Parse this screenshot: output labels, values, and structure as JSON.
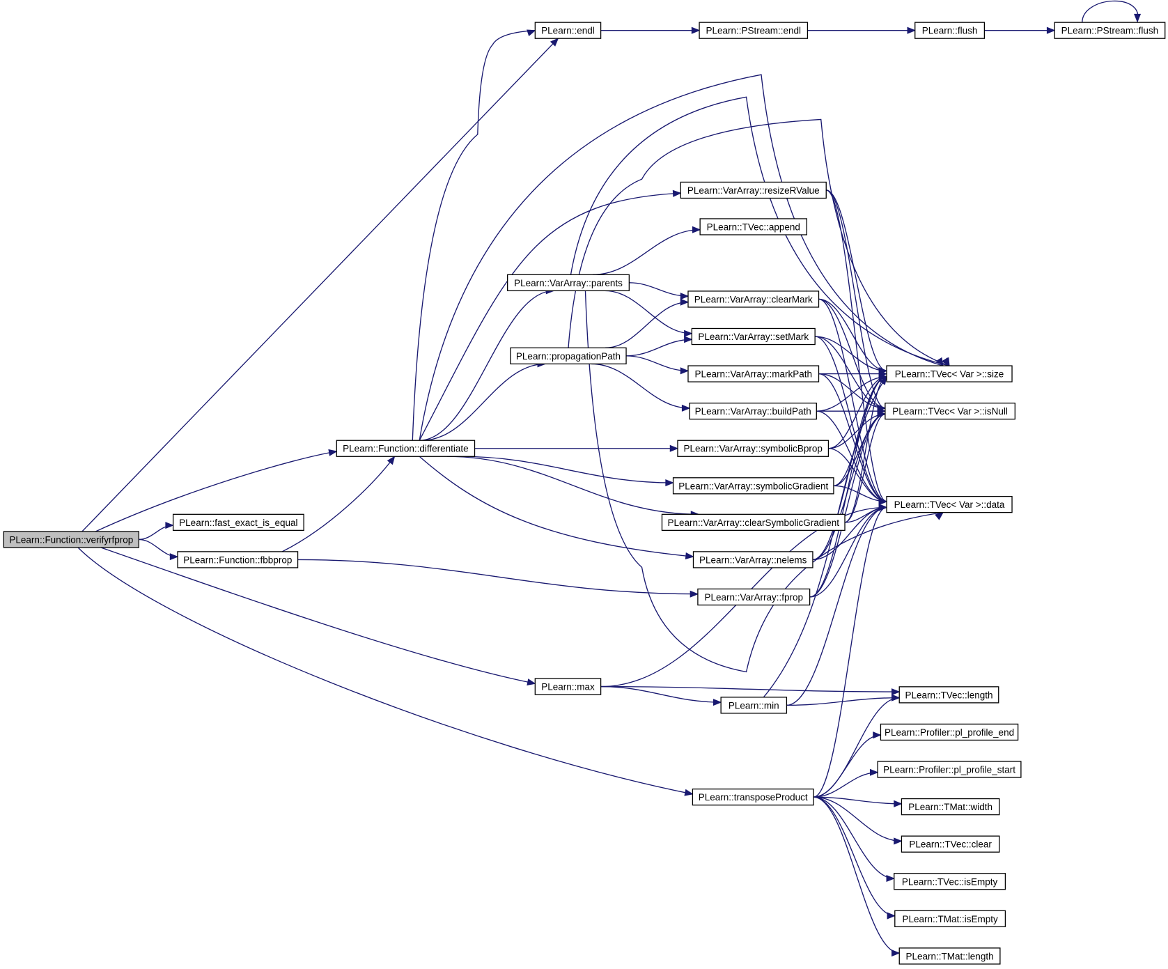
{
  "colors": {
    "edge": "#191970",
    "root_fill": "#bfbfbf",
    "node_fill": "#ffffff",
    "node_stroke": "#000000"
  },
  "graph": {
    "root": "verifyrfprop",
    "nodes": [
      {
        "id": "verifyrfprop",
        "label": "PLearn::Function::verifyrfprop"
      },
      {
        "id": "endl",
        "label": "PLearn::endl"
      },
      {
        "id": "pstream_endl",
        "label": "PLearn::PStream::endl"
      },
      {
        "id": "flush",
        "label": "PLearn::flush"
      },
      {
        "id": "pstream_flush",
        "label": "PLearn::PStream::flush"
      },
      {
        "id": "resizeRValue",
        "label": "PLearn::VarArray::resizeRValue"
      },
      {
        "id": "append",
        "label": "PLearn::TVec::append"
      },
      {
        "id": "parents",
        "label": "PLearn::VarArray::parents"
      },
      {
        "id": "clearMark",
        "label": "PLearn::VarArray::clearMark"
      },
      {
        "id": "setMark",
        "label": "PLearn::VarArray::setMark"
      },
      {
        "id": "propagationPath",
        "label": "PLearn::propagationPath"
      },
      {
        "id": "markPath",
        "label": "PLearn::VarArray::markPath"
      },
      {
        "id": "size",
        "label": "PLearn::TVec< Var >::size"
      },
      {
        "id": "buildPath",
        "label": "PLearn::VarArray::buildPath"
      },
      {
        "id": "isNull",
        "label": "PLearn::TVec< Var >::isNull"
      },
      {
        "id": "differentiate",
        "label": "PLearn::Function::differentiate"
      },
      {
        "id": "symbolicBprop",
        "label": "PLearn::VarArray::symbolicBprop"
      },
      {
        "id": "symbolicGradient",
        "label": "PLearn::VarArray::symbolicGradient"
      },
      {
        "id": "data",
        "label": "PLearn::TVec< Var >::data"
      },
      {
        "id": "clearSymbolicGradient",
        "label": "PLearn::VarArray::clearSymbolicGradient"
      },
      {
        "id": "fast_exact_is_equal",
        "label": "PLearn::fast_exact_is_equal"
      },
      {
        "id": "nelems",
        "label": "PLearn::VarArray::nelems"
      },
      {
        "id": "fbbprop",
        "label": "PLearn::Function::fbbprop"
      },
      {
        "id": "fprop",
        "label": "PLearn::VarArray::fprop"
      },
      {
        "id": "max",
        "label": "PLearn::max"
      },
      {
        "id": "min",
        "label": "PLearn::min"
      },
      {
        "id": "tvec_length",
        "label": "PLearn::TVec::length"
      },
      {
        "id": "pl_profile_end",
        "label": "PLearn::Profiler::pl_profile_end"
      },
      {
        "id": "pl_profile_start",
        "label": "PLearn::Profiler::pl_profile_start"
      },
      {
        "id": "transposeProduct",
        "label": "PLearn::transposeProduct"
      },
      {
        "id": "width",
        "label": "PLearn::TMat::width"
      },
      {
        "id": "clear",
        "label": "PLearn::TVec::clear"
      },
      {
        "id": "tvec_isEmpty",
        "label": "PLearn::TVec::isEmpty"
      },
      {
        "id": "tmat_isEmpty",
        "label": "PLearn::TMat::isEmpty"
      },
      {
        "id": "tmat_length",
        "label": "PLearn::TMat::length"
      }
    ],
    "edges": [
      [
        "verifyrfprop",
        "endl"
      ],
      [
        "verifyrfprop",
        "differentiate"
      ],
      [
        "verifyrfprop",
        "fast_exact_is_equal"
      ],
      [
        "verifyrfprop",
        "fbbprop"
      ],
      [
        "verifyrfprop",
        "max"
      ],
      [
        "verifyrfprop",
        "transposeProduct"
      ],
      [
        "endl",
        "pstream_endl"
      ],
      [
        "pstream_endl",
        "flush"
      ],
      [
        "flush",
        "pstream_flush"
      ],
      [
        "pstream_flush",
        "pstream_flush"
      ],
      [
        "differentiate",
        "endl"
      ],
      [
        "differentiate",
        "size"
      ],
      [
        "differentiate",
        "resizeRValue"
      ],
      [
        "differentiate",
        "parents"
      ],
      [
        "differentiate",
        "propagationPath"
      ],
      [
        "differentiate",
        "symbolicBprop"
      ],
      [
        "differentiate",
        "symbolicGradient"
      ],
      [
        "differentiate",
        "clearSymbolicGradient"
      ],
      [
        "differentiate",
        "nelems"
      ],
      [
        "parents",
        "size"
      ],
      [
        "parents",
        "append"
      ],
      [
        "parents",
        "clearMark"
      ],
      [
        "parents",
        "setMark"
      ],
      [
        "parents",
        "data"
      ],
      [
        "propagationPath",
        "size"
      ],
      [
        "propagationPath",
        "clearMark"
      ],
      [
        "propagationPath",
        "setMark"
      ],
      [
        "propagationPath",
        "markPath"
      ],
      [
        "propagationPath",
        "buildPath"
      ],
      [
        "resizeRValue",
        "size"
      ],
      [
        "resizeRValue",
        "isNull"
      ],
      [
        "resizeRValue",
        "data"
      ],
      [
        "clearMark",
        "size"
      ],
      [
        "clearMark",
        "isNull"
      ],
      [
        "clearMark",
        "data"
      ],
      [
        "setMark",
        "size"
      ],
      [
        "setMark",
        "isNull"
      ],
      [
        "setMark",
        "data"
      ],
      [
        "markPath",
        "size"
      ],
      [
        "markPath",
        "isNull"
      ],
      [
        "markPath",
        "data"
      ],
      [
        "buildPath",
        "size"
      ],
      [
        "buildPath",
        "isNull"
      ],
      [
        "buildPath",
        "data"
      ],
      [
        "symbolicBprop",
        "size"
      ],
      [
        "symbolicBprop",
        "isNull"
      ],
      [
        "symbolicBprop",
        "data"
      ],
      [
        "symbolicGradient",
        "size"
      ],
      [
        "symbolicGradient",
        "isNull"
      ],
      [
        "symbolicGradient",
        "data"
      ],
      [
        "clearSymbolicGradient",
        "size"
      ],
      [
        "clearSymbolicGradient",
        "isNull"
      ],
      [
        "clearSymbolicGradient",
        "data"
      ],
      [
        "nelems",
        "size"
      ],
      [
        "nelems",
        "isNull"
      ],
      [
        "nelems",
        "data"
      ],
      [
        "fbbprop",
        "differentiate"
      ],
      [
        "fbbprop",
        "fprop"
      ],
      [
        "fprop",
        "size"
      ],
      [
        "fprop",
        "isNull"
      ],
      [
        "fprop",
        "data"
      ],
      [
        "max",
        "data"
      ],
      [
        "max",
        "min"
      ],
      [
        "max",
        "tvec_length"
      ],
      [
        "min",
        "size"
      ],
      [
        "min",
        "data"
      ],
      [
        "min",
        "tvec_length"
      ],
      [
        "transposeProduct",
        "data"
      ],
      [
        "transposeProduct",
        "tvec_length"
      ],
      [
        "transposeProduct",
        "pl_profile_end"
      ],
      [
        "transposeProduct",
        "pl_profile_start"
      ],
      [
        "transposeProduct",
        "width"
      ],
      [
        "transposeProduct",
        "clear"
      ],
      [
        "transposeProduct",
        "tvec_isEmpty"
      ],
      [
        "transposeProduct",
        "tmat_isEmpty"
      ],
      [
        "transposeProduct",
        "tmat_length"
      ]
    ]
  }
}
